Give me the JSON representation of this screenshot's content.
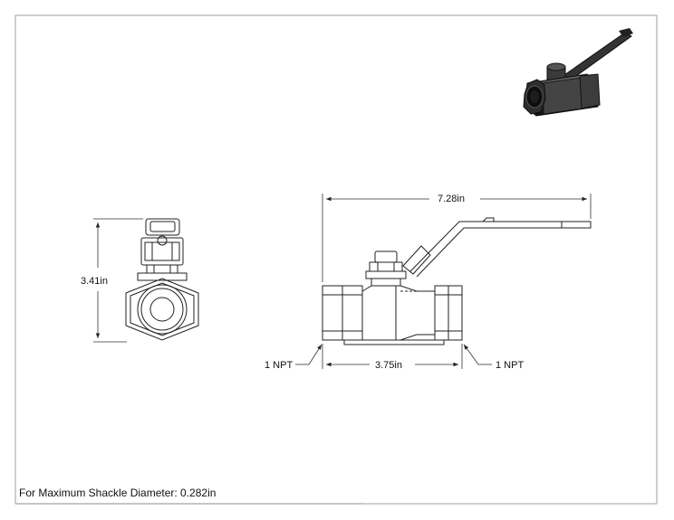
{
  "dimensions": {
    "overall_length": "7.28in",
    "height": "3.41in",
    "body_length": "3.75in",
    "left_port": "1 NPT",
    "right_port": "1 NPT"
  },
  "note": "For Maximum Shackle Diameter: 0.282in",
  "colors": {
    "line": "#222222",
    "dim_line": "#333333",
    "iso_body": "#2b2b2b"
  }
}
